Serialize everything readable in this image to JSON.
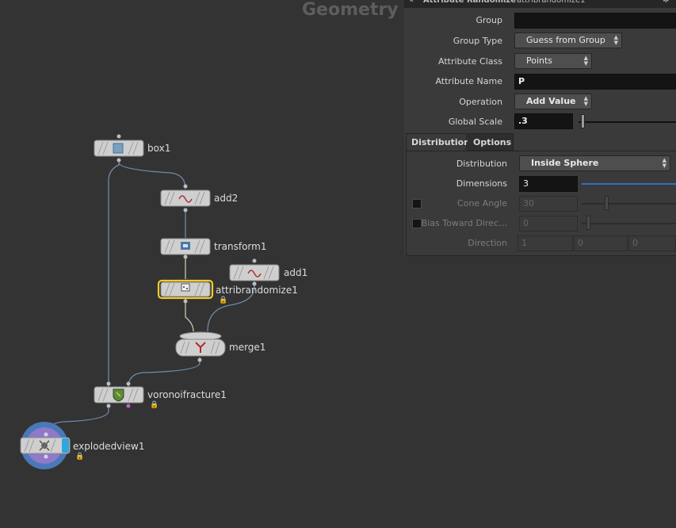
{
  "network": {
    "context_title": "Geometry",
    "nodes": [
      {
        "id": "box1",
        "label": "box1",
        "icon": "box-icon"
      },
      {
        "id": "add2",
        "label": "add2",
        "icon": "wave-icon"
      },
      {
        "id": "transform1",
        "label": "transform1",
        "icon": "transform-icon"
      },
      {
        "id": "add1",
        "label": "add1",
        "icon": "wave-icon"
      },
      {
        "id": "attribrandomize1",
        "label": "attribrandomize1",
        "icon": "dice-icon"
      },
      {
        "id": "merge1",
        "label": "merge1",
        "icon": "merge-icon"
      },
      {
        "id": "voronoifracture1",
        "label": "voronoifracture1",
        "icon": "shield-icon"
      },
      {
        "id": "explodedview1",
        "label": "explodedview1",
        "icon": "explode-icon"
      }
    ]
  },
  "params": {
    "node_type": "Attribute Randomize",
    "node_name": "attribrandomize1",
    "group_label": "Group",
    "group_value": "",
    "group_type_label": "Group Type",
    "group_type_value": "Guess from Group",
    "attribute_class_label": "Attribute Class",
    "attribute_class_value": "Points",
    "attribute_name_label": "Attribute Name",
    "attribute_name_value": "P",
    "operation_label": "Operation",
    "operation_value": "Add Value",
    "global_scale_label": "Global Scale",
    "global_scale_value": ".3",
    "tabs": [
      "Distribution",
      "Options"
    ],
    "distribution_label": "Distribution",
    "distribution_value": "Inside Sphere",
    "dimensions_label": "Dimensions",
    "dimensions_value": "3",
    "cone_angle_label": "Cone Angle",
    "cone_angle_value": "30",
    "bias_label": "Bias Toward Direc…",
    "bias_value": "0",
    "direction_label": "Direction",
    "direction_values": [
      "1",
      "0",
      "0"
    ]
  }
}
